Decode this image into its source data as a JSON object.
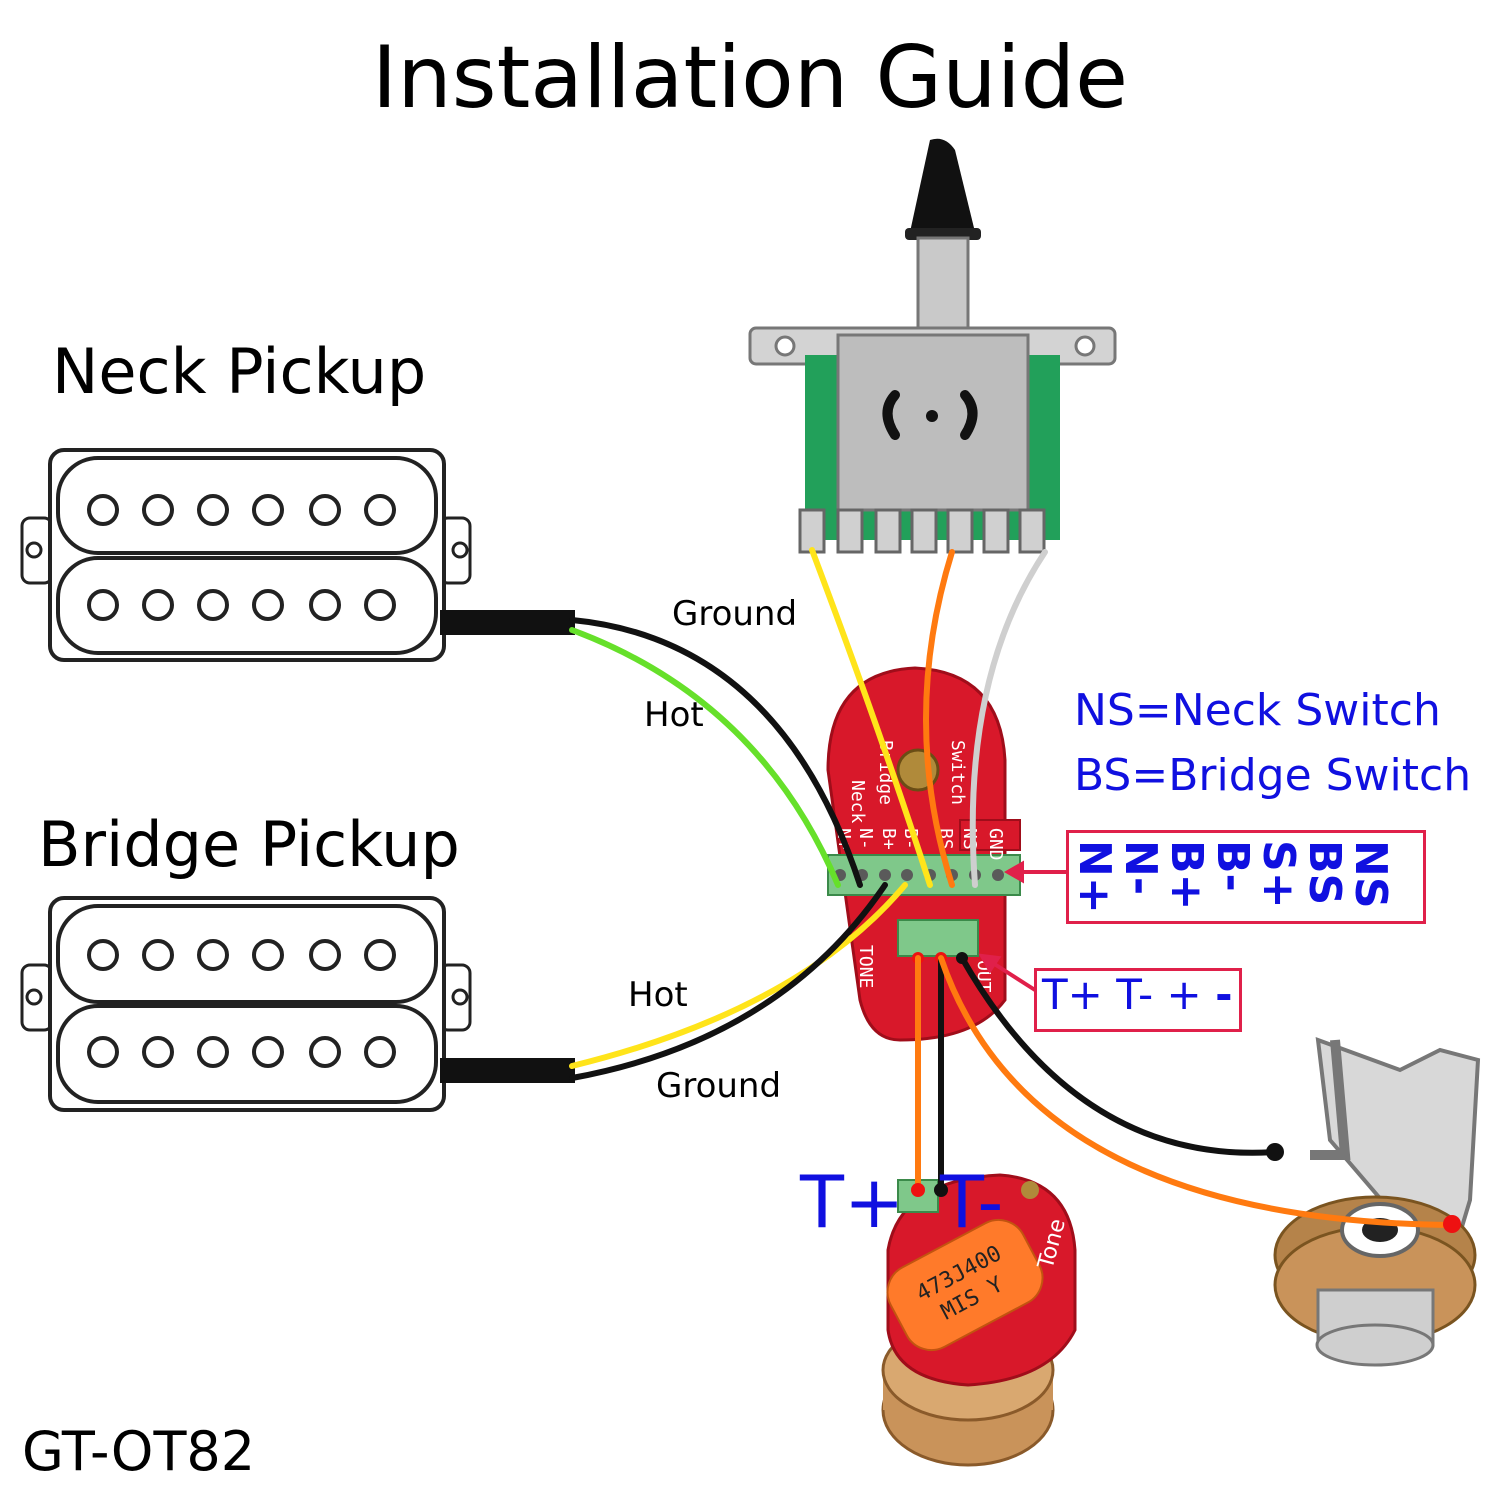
{
  "title": "Installation Guide",
  "neck_pickup": {
    "label": "Neck Pickup"
  },
  "bridge_pickup": {
    "label": "Bridge Pickup"
  },
  "wires": {
    "neck_ground": "Ground",
    "neck_hot": "Hot",
    "bridge_hot": "Hot",
    "bridge_ground": "Ground"
  },
  "legend": {
    "ns": "NS=Neck Switch",
    "bs": "BS=Bridge Switch"
  },
  "terminal_labels": [
    "N+",
    "N-",
    "B+",
    "B-",
    "S+",
    "BS",
    "NS"
  ],
  "output_labels": {
    "t_plus": "T+",
    "t_minus": "T-",
    "plus": "+",
    "minus": "-"
  },
  "tone_labels": {
    "t_plus": "T+",
    "t_minus": "T-"
  },
  "board": {
    "switch": "Switch",
    "bridge": "Bridge",
    "neck": "Neck",
    "gnd": "GND",
    "ns": "NS",
    "bs": "BS",
    "b_minus": "B-",
    "b_plus": "B+",
    "n_minus": "N-",
    "n_plus": "N+",
    "tone": "TONE",
    "out": "OUT"
  },
  "capacitor": {
    "line1": "473J400",
    "line2": "MIS Y"
  },
  "tone_pot": {
    "label": "Tone"
  },
  "model": "GT-OT82",
  "colors": {
    "ground": "#111111",
    "neck_hot": "#66e02a",
    "bridge_hot": "#ffe41a",
    "orange": "#ff7a10",
    "grey": "#cfcfcf",
    "board_red": "#d8182a",
    "label_blue": "#1010e0",
    "box_red": "#e0204a"
  }
}
